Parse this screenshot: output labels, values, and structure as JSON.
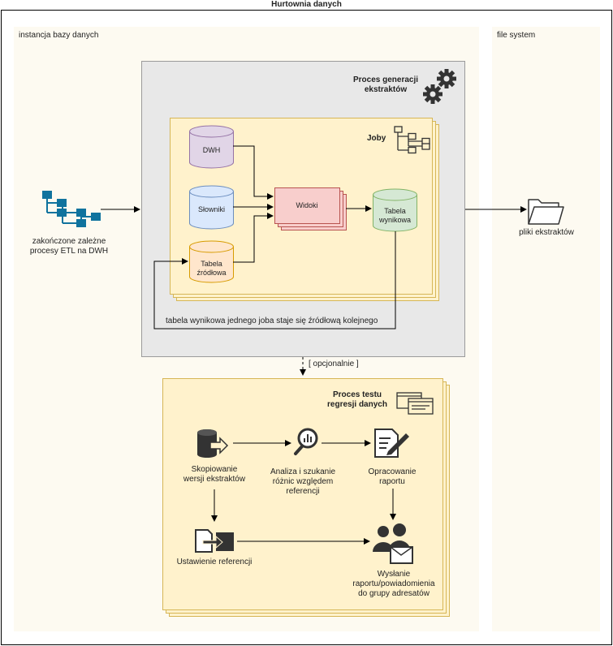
{
  "title": "Hurtownia danych",
  "db_instance_label": "instancja bazy danych",
  "fs_label": "file system",
  "etl_label": "zakończone zależne procesy ETL na DWH",
  "extract_process": {
    "title_line1": "Proces generacji",
    "title_line2": "ekstraktów"
  },
  "jobs": {
    "title": "Joby",
    "dwh": "DWH",
    "dicts": "Słowniki",
    "source_line1": "Tabela",
    "source_line2": "źródłowa",
    "views": "Widoki",
    "result_line1": "Tabela",
    "result_line2": "wynikowa",
    "loop_label": "tabela wynikowa jednego joba staje się źródłową kolejnego"
  },
  "optional_label": "[ opcjonalnie ]",
  "files_label": "pliki ekstraktów",
  "regression": {
    "title_line1": "Proces testu",
    "title_line2": "regresji danych",
    "copy_line1": "Skopiowanie",
    "copy_line2": "wersji ekstraktów",
    "analyze_line1": "Analiza i szukanie",
    "analyze_line2": "różnic względem",
    "analyze_line3": "referencji",
    "report_line1": "Opracowanie",
    "report_line2": "raportu",
    "reference": "Ustawienie referencji",
    "send_line1": "Wysłanie",
    "send_line2": "raportu/powiadomienia",
    "send_line3": "do grupy adresatów"
  }
}
